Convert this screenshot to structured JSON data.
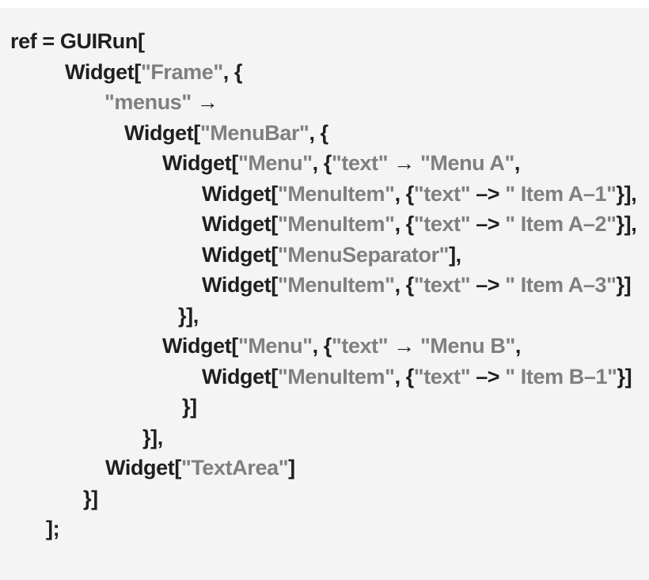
{
  "page": {
    "background": "#ffffff",
    "panel_background": "#f4f4f4"
  },
  "colors": {
    "code": "#1f1f1f",
    "string": "#7f7f7f"
  },
  "code": {
    "lines": [
      {
        "indent": 13,
        "segments": [
          {
            "text": "ref = GUIRun[",
            "type": "code"
          }
        ]
      },
      {
        "indent": 82,
        "segments": [
          {
            "text": "Widget[",
            "type": "code"
          },
          {
            "text": "\"Frame\"",
            "type": "string"
          },
          {
            "text": ", {",
            "type": "code"
          }
        ]
      },
      {
        "indent": 132,
        "segments": [
          {
            "text": "\"menus\"",
            "type": "string"
          },
          {
            "text": " →",
            "type": "code"
          }
        ]
      },
      {
        "indent": 157,
        "segments": [
          {
            "text": "Widget[",
            "type": "code"
          },
          {
            "text": "\"MenuBar\"",
            "type": "string"
          },
          {
            "text": ", {",
            "type": "code"
          }
        ]
      },
      {
        "indent": 205,
        "segments": [
          {
            "text": "Widget[",
            "type": "code"
          },
          {
            "text": "\"Menu\"",
            "type": "string"
          },
          {
            "text": ", {",
            "type": "code"
          },
          {
            "text": "\"text\"",
            "type": "string"
          },
          {
            "text": " → ",
            "type": "code"
          },
          {
            "text": "\"Menu A\"",
            "type": "string"
          },
          {
            "text": ",",
            "type": "code"
          }
        ]
      },
      {
        "indent": 255,
        "segments": [
          {
            "text": "Widget[",
            "type": "code"
          },
          {
            "text": "\"MenuItem\"",
            "type": "string"
          },
          {
            "text": ", {",
            "type": "code"
          },
          {
            "text": "\"text\"",
            "type": "string"
          },
          {
            "text": " –> ",
            "type": "code"
          },
          {
            "text": "\" Item A–1\"",
            "type": "string"
          },
          {
            "text": "}],",
            "type": "code"
          }
        ]
      },
      {
        "indent": 255,
        "segments": [
          {
            "text": "Widget[",
            "type": "code"
          },
          {
            "text": "\"MenuItem\"",
            "type": "string"
          },
          {
            "text": ", {",
            "type": "code"
          },
          {
            "text": "\"text\"",
            "type": "string"
          },
          {
            "text": " –> ",
            "type": "code"
          },
          {
            "text": "\" Item A–2\"",
            "type": "string"
          },
          {
            "text": "}],",
            "type": "code"
          }
        ]
      },
      {
        "indent": 255,
        "segments": [
          {
            "text": "Widget[",
            "type": "code"
          },
          {
            "text": "\"MenuSeparator\"",
            "type": "string"
          },
          {
            "text": "],",
            "type": "code"
          }
        ]
      },
      {
        "indent": 255,
        "segments": [
          {
            "text": "Widget[",
            "type": "code"
          },
          {
            "text": "\"MenuItem\"",
            "type": "string"
          },
          {
            "text": ", {",
            "type": "code"
          },
          {
            "text": "\"text\"",
            "type": "string"
          },
          {
            "text": " –> ",
            "type": "code"
          },
          {
            "text": "\" Item A–3\"",
            "type": "string"
          },
          {
            "text": "}]",
            "type": "code"
          }
        ]
      },
      {
        "indent": 225,
        "segments": [
          {
            "text": "}],",
            "type": "code"
          }
        ]
      },
      {
        "indent": 205,
        "segments": [
          {
            "text": "Widget[",
            "type": "code"
          },
          {
            "text": "\"Menu\"",
            "type": "string"
          },
          {
            "text": ", {",
            "type": "code"
          },
          {
            "text": "\"text\"",
            "type": "string"
          },
          {
            "text": " → ",
            "type": "code"
          },
          {
            "text": "\"Menu B\"",
            "type": "string"
          },
          {
            "text": ",",
            "type": "code"
          }
        ]
      },
      {
        "indent": 255,
        "segments": [
          {
            "text": "Widget[",
            "type": "code"
          },
          {
            "text": "\"MenuItem\"",
            "type": "string"
          },
          {
            "text": ", {",
            "type": "code"
          },
          {
            "text": "\"text\"",
            "type": "string"
          },
          {
            "text": " –> ",
            "type": "code"
          },
          {
            "text": "\" Item B–1\"",
            "type": "string"
          },
          {
            "text": "}]",
            "type": "code"
          }
        ]
      },
      {
        "indent": 230,
        "segments": [
          {
            "text": "}]",
            "type": "code"
          }
        ]
      },
      {
        "indent": 180,
        "segments": [
          {
            "text": "}],",
            "type": "code"
          }
        ]
      },
      {
        "indent": 133,
        "segments": [
          {
            "text": "Widget[",
            "type": "code"
          },
          {
            "text": "\"TextArea\"",
            "type": "string"
          },
          {
            "text": "]",
            "type": "code"
          }
        ]
      },
      {
        "indent": 105,
        "segments": [
          {
            "text": "}]",
            "type": "code"
          }
        ]
      },
      {
        "indent": 58,
        "segments": [
          {
            "text": "];",
            "type": "code"
          }
        ]
      }
    ]
  }
}
